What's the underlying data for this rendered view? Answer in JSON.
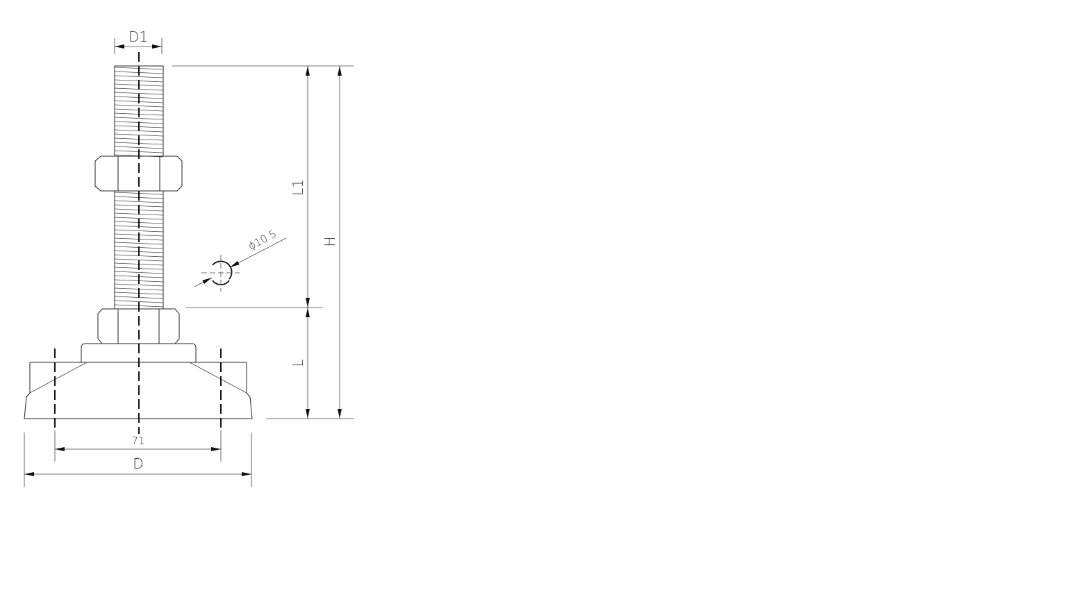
{
  "drawing": {
    "title": "Leveling foot technical drawing",
    "dimensions": {
      "rod_diameter": "D1",
      "base_diameter": "D",
      "hole_spacing": "71",
      "thread_length": "L1",
      "base_height": "L",
      "total_height": "H",
      "hole_diameter": "ϕ10.5"
    }
  }
}
